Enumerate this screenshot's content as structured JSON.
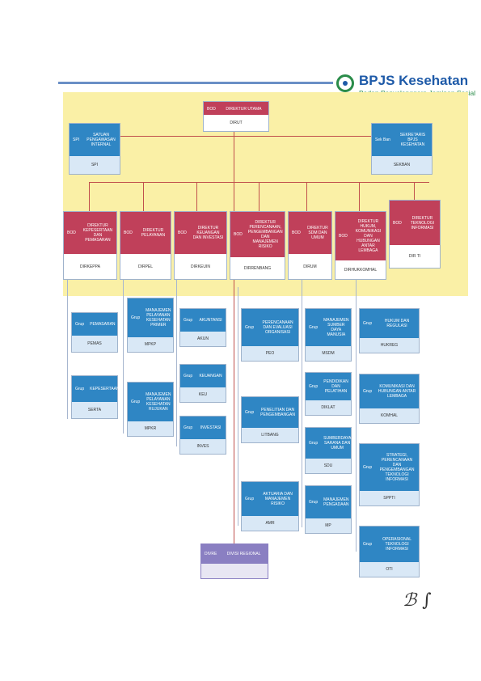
{
  "logo": {
    "name": "BPJS Kesehatan",
    "subtitle": "Badan Penyelenggara Jaminan Sosial"
  },
  "top": {
    "tag": "BOD",
    "title": "DIREKTUR UTAMA",
    "abbr": "DIRUT"
  },
  "left_staff": {
    "tag": "SPI",
    "title": "SATUAN PENGAWASAN INTERNAL",
    "abbr": "SPI"
  },
  "right_staff": {
    "tag": "Sek Ban",
    "title": "SEKRETARIS BPJS KESEHATAN",
    "abbr": "SEKBAN"
  },
  "directors": [
    {
      "tag": "BOD",
      "title": "DIREKTUR KEPESERTAAN DAN PEMASARAN",
      "abbr": "DIRKEPPA"
    },
    {
      "tag": "BOD",
      "title": "DIREKTUR PELAYANAN",
      "abbr": "DIRPEL"
    },
    {
      "tag": "BOD",
      "title": "DIREKTUR KEUANGAN DAN INVESTASI",
      "abbr": "DIRKEUIN"
    },
    {
      "tag": "BOD",
      "title": "DIREKTUR PERENCANAAN, PENGEMBANGAN DAN MANAJEMEN RISIKO",
      "abbr": "DIRRENBANG"
    },
    {
      "tag": "BOD",
      "title": "DIREKTUR SDM DAN UMUM",
      "abbr": "DIRUM"
    },
    {
      "tag": "BOD",
      "title": "DIREKTUR HUKUM, KOMUNIKASI DAN HUBUNGAN ANTAR LEMBAGA",
      "abbr": "DIRHUKKOMHAL"
    },
    {
      "tag": "BOD",
      "title": "DIREKTUR TEKNOLOGI INFORMASI",
      "abbr": "DIR TI"
    }
  ],
  "groups": [
    {
      "tag": "Grup",
      "title": "PEMASARAN",
      "abbr": "PEMAS"
    },
    {
      "tag": "Grup",
      "title": "KEPESERTAAN",
      "abbr": "SERTA"
    },
    {
      "tag": "Grup",
      "title": "MANAJEMEN PELAYANAN KESEHATAN PRIMER",
      "abbr": "MPKP"
    },
    {
      "tag": "Grup",
      "title": "MANAJEMEN PELAYANAN KESEHATAN RUJUKAN",
      "abbr": "MPKR"
    },
    {
      "tag": "Grup",
      "title": "AKUNTANSI",
      "abbr": "AKUN"
    },
    {
      "tag": "Grup",
      "title": "KEUANGAN",
      "abbr": "KEU"
    },
    {
      "tag": "Grup",
      "title": "INVESTASI",
      "abbr": "INVES"
    },
    {
      "tag": "Grup",
      "title": "PERENCANAAN DAN EVALUASI ORGANISASI",
      "abbr": "PEO"
    },
    {
      "tag": "Grup",
      "title": "PENELITIAN DAN PENGEMBANGAN",
      "abbr": "LITBANG"
    },
    {
      "tag": "Grup",
      "title": "AKTUARIA DAN MANAJEMEN RISIKO",
      "abbr": "AMR"
    },
    {
      "tag": "Grup",
      "title": "MANAJEMEN SUMBER DAYA MANUSIA",
      "abbr": "MSDM"
    },
    {
      "tag": "Grup",
      "title": "PENDIDIKAN DAN PELATIHAN",
      "abbr": "DIKLAT"
    },
    {
      "tag": "Grup",
      "title": "SUMBERDAYA SARANA DAN UMUM",
      "abbr": "SDU"
    },
    {
      "tag": "Grup",
      "title": "MANAJEMEN PENGADAAN",
      "abbr": "MP"
    },
    {
      "tag": "Grup",
      "title": "HUKUM DAN REGULASI",
      "abbr": "HUKREG"
    },
    {
      "tag": "Grup",
      "title": "KOMUNIKASI DAN HUBUNGAN ANTAR LEMBAGA",
      "abbr": "KOMHAL"
    },
    {
      "tag": "Grup",
      "title": "STRATEGI, PERENCANAAN DAN PENGEMBANGAN TEKNOLOGI INFORMASI",
      "abbr": "SPPTI"
    },
    {
      "tag": "Grup",
      "title": "OPERASIONAL TEKNOLOGI INFORMASI",
      "abbr": "OTI"
    }
  ],
  "regional": {
    "tag": "DIVRE",
    "title": "DIVISI REGIONAL"
  },
  "signature": "ℬ ∫",
  "colors": {
    "director": "#c0405a",
    "group": "#2f86c4",
    "background": "#faf0a6",
    "regional": "#8a7fc2"
  }
}
